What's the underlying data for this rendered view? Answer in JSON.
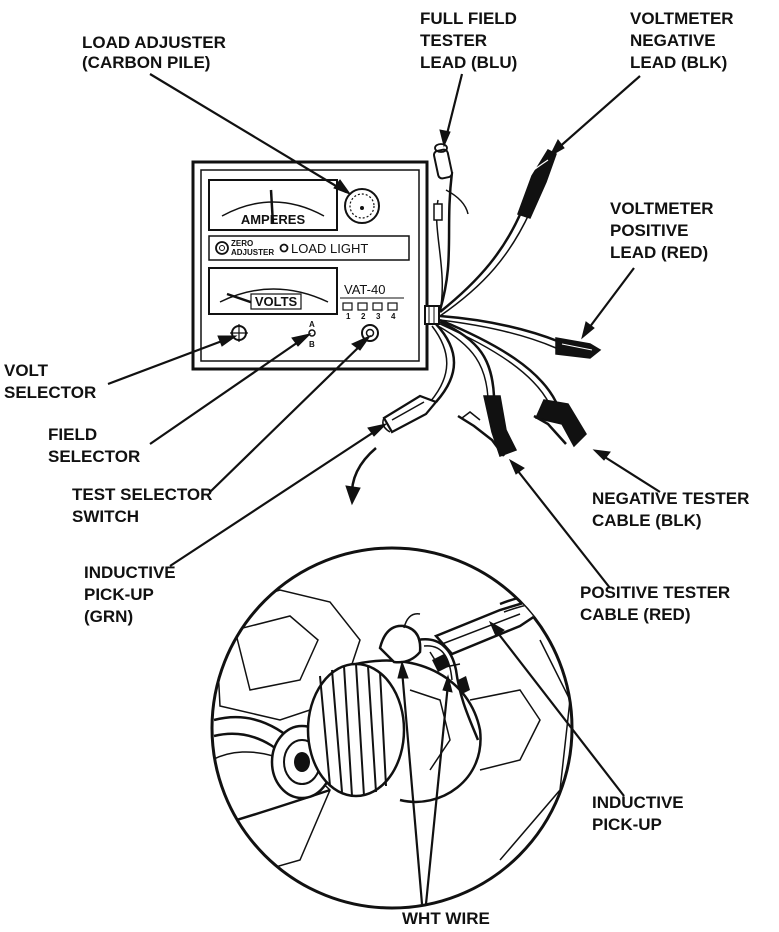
{
  "labels": {
    "load_adjuster": [
      "LOAD ADJUSTER",
      "(CARBON PILE)"
    ],
    "full_field_lead": [
      "FULL FIELD",
      "TESTER",
      "LEAD (BLU)"
    ],
    "voltmeter_negative": [
      "VOLTMETER",
      "NEGATIVE",
      "LEAD (BLK)"
    ],
    "voltmeter_positive": [
      "VOLTMETER",
      "POSITIVE",
      "LEAD (RED)"
    ],
    "volt_selector": [
      "VOLT",
      "SELECTOR"
    ],
    "field_selector": [
      "FIELD",
      "SELECTOR"
    ],
    "test_selector": [
      "TEST SELECTOR",
      "SWITCH"
    ],
    "inductive_pickup_grn": [
      "INDUCTIVE",
      "PICK-UP",
      "(GRN)"
    ],
    "negative_cable": [
      "NEGATIVE TESTER",
      "CABLE (BLK)"
    ],
    "positive_cable": [
      "POSITIVE TESTER",
      "CABLE (RED)"
    ],
    "inductive_pickup": [
      "INDUCTIVE",
      "PICK-UP"
    ],
    "wht_wire": "WHT WIRE"
  },
  "panel": {
    "amperes": "AMPERES",
    "volts": "VOLTS",
    "zero_adjuster": [
      "ZERO",
      "ADJUSTER"
    ],
    "load_light": "LOAD LIGHT",
    "model": "VAT-40",
    "field_a": "A",
    "field_b": "B",
    "test_positions": [
      "1",
      "2",
      "3",
      "4"
    ]
  }
}
